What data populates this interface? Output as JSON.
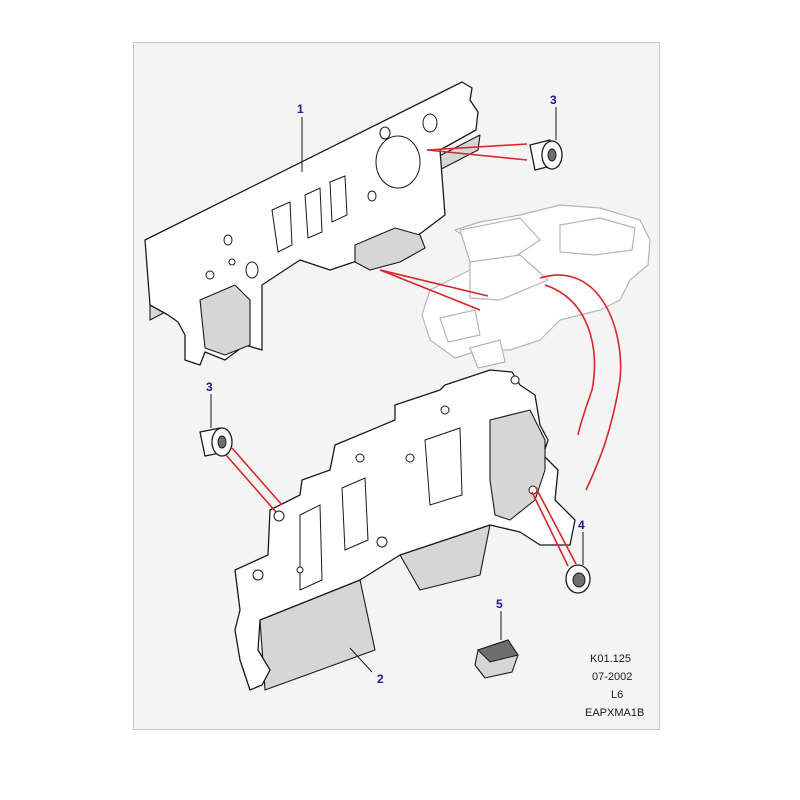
{
  "diagram": {
    "callouts": [
      {
        "id": "callout-1",
        "label": "1"
      },
      {
        "id": "callout-2",
        "label": "2"
      },
      {
        "id": "callout-3a",
        "label": "3"
      },
      {
        "id": "callout-3b",
        "label": "3"
      },
      {
        "id": "callout-4",
        "label": "4"
      },
      {
        "id": "callout-5",
        "label": "5"
      }
    ],
    "reference_block": {
      "line1": "K01.125",
      "line2": "07-2002",
      "line3": "L6",
      "line4": "EAPXMA1B"
    },
    "colors": {
      "callout_text": "#1a1a8c",
      "highlight_lines": "#d8262a",
      "panel_background": "#f4f4f4"
    }
  }
}
